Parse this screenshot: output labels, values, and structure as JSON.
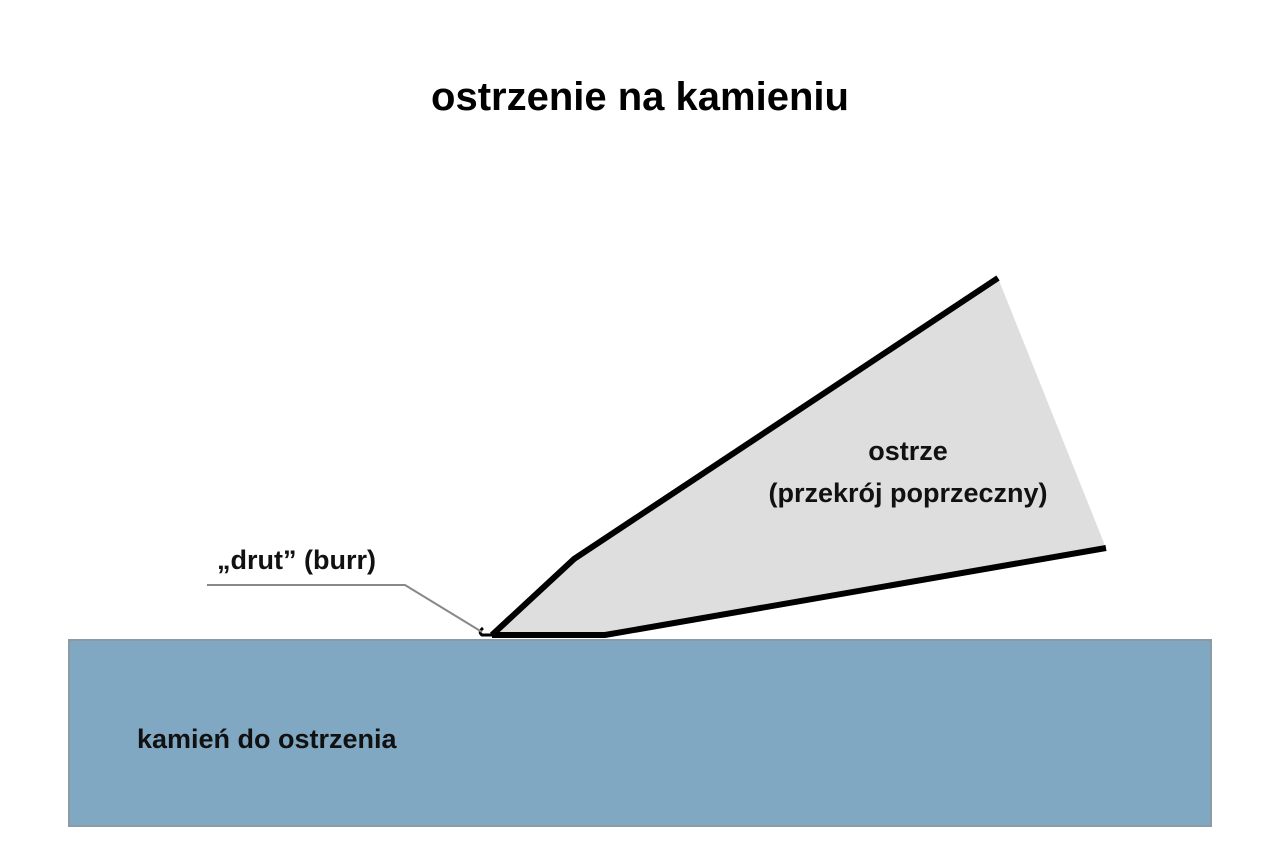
{
  "title": "ostrzenie na kamieniu",
  "labels": {
    "burr": "„drut” (burr)",
    "blade_line1": "ostrze",
    "blade_line2": "(przekrój poprzeczny)",
    "stone": "kamień do ostrzenia"
  },
  "colors": {
    "stone_fill": "#80a8c3",
    "stone_border": "#8d9aa4",
    "blade_fill": "#dedede",
    "blade_outline": "#000000",
    "leader_line": "#888888",
    "text": "#000000"
  }
}
